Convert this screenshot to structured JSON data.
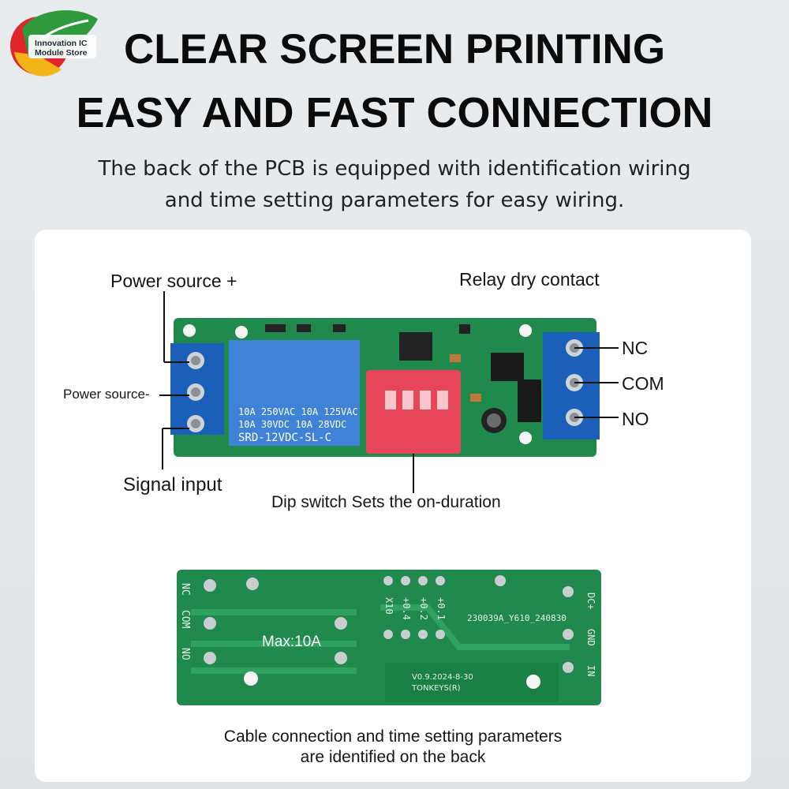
{
  "logo": {
    "line1": "Innovation IC",
    "line2": "Module Store"
  },
  "headline": {
    "line1": "CLEAR SCREEN PRINTING",
    "line2": "EASY AND FAST CONNECTION"
  },
  "subtitle": {
    "line1": "The back of the PCB is equipped with identification wiring",
    "line2": "and time setting parameters for easy wiring."
  },
  "front_labels": {
    "power_plus": "Power source +",
    "power_minus": "Power source-",
    "signal_input": "Signal input",
    "relay_contact": "Relay dry contact",
    "dip_switch": "Dip switch Sets the on-duration",
    "nc": "NC",
    "com": "COM",
    "no": "NO"
  },
  "relay": {
    "line1": "10A 250VAC  10A 125VAC",
    "line2": "10A  30VDC  10A  28VDC",
    "model": "SRD-12VDC-SL-C"
  },
  "back_labels": {
    "max": "Max:10A",
    "nc": "NC",
    "com": "COM",
    "no": "NO",
    "dc": "DC+",
    "gnd": "GND",
    "in": "IN",
    "x10": "X10",
    "p04": "+0.4",
    "p02": "+0.2",
    "p01": "+0.1",
    "part": "230039A_Y610_240830",
    "version": "V0.9.2024-8-30",
    "brand": "TONKEYS(R)"
  },
  "caption": {
    "line1": "Cable connection and time setting parameters",
    "line2": "are identified on the back"
  },
  "colors": {
    "pcb": "#1f8a4c",
    "terminal": "#1c5fb8",
    "relay": "#3f82d8",
    "dip": "#e7455a"
  }
}
